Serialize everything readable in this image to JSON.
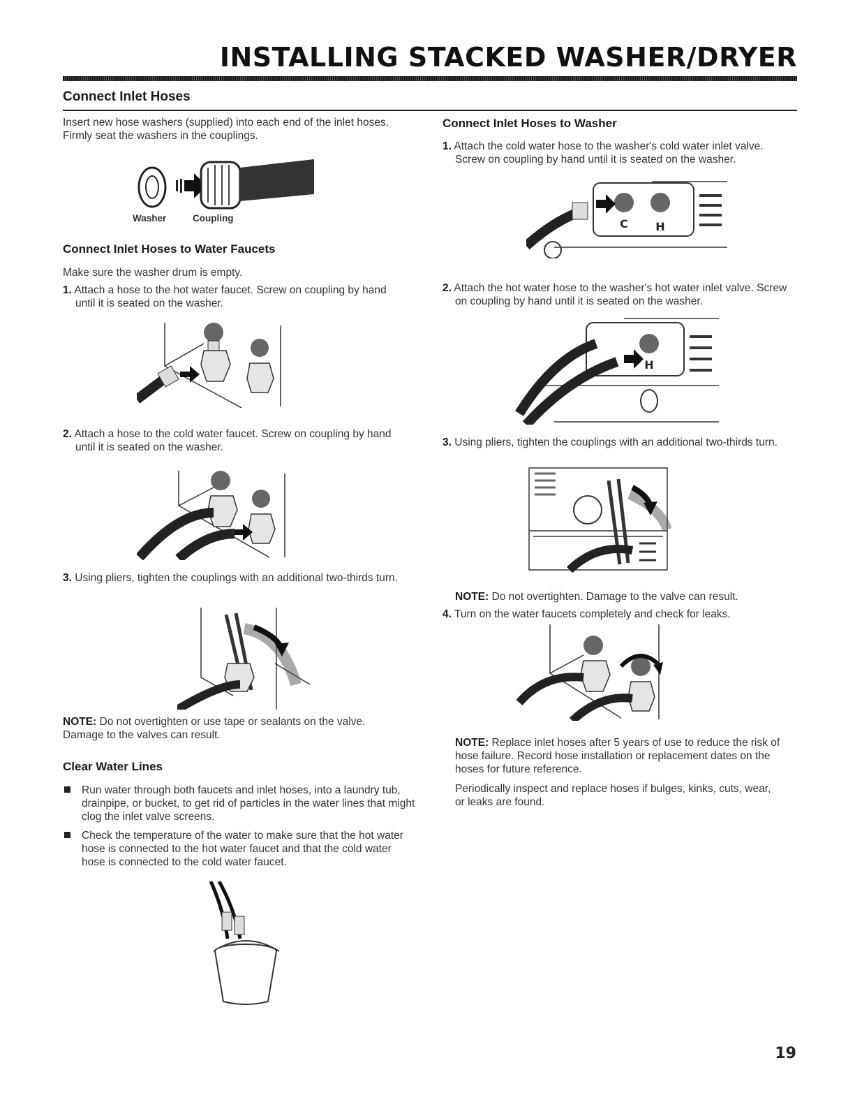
{
  "header": {
    "title": "INSTALLING STACKED WASHER/DRYER"
  },
  "left": {
    "section_title": "Connect Inlet Hoses",
    "intro": "Insert new hose washers (supplied) into each end of the inlet hoses. Firmly seat the washers in the couplings.",
    "captions": {
      "washer": "Washer",
      "coupling": "Coupling"
    },
    "faucets": {
      "title": "Connect Inlet Hoses to Water Faucets",
      "intro": "Make sure the washer drum is empty.",
      "steps": [
        {
          "num": "1.",
          "text": "Attach a hose to the hot water faucet. Screw on coupling by hand until it is seated on the washer."
        },
        {
          "num": "2.",
          "text": "Attach a hose to the cold water faucet. Screw on coupling by hand until it is seated on the washer."
        },
        {
          "num": "3.",
          "text": "Using pliers, tighten the couplings with an additional two-thirds turn."
        }
      ],
      "note_label": "NOTE:",
      "note_text": "Do not overtighten or use tape or sealants on the valve. Damage to the valves can result."
    },
    "clear": {
      "title": "Clear Water Lines",
      "bullets": [
        "Run water through both faucets and inlet hoses, into a laundry tub, drainpipe, or bucket, to get rid of particles in the water lines that might clog the inlet valve screens.",
        "Check the temperature of the water to make sure that the hot water hose is connected to the hot water faucet and that the cold water hose is connected to the cold water faucet."
      ]
    }
  },
  "right": {
    "title": "Connect Inlet Hoses to Washer",
    "steps": [
      {
        "num": "1.",
        "text": "Attach the cold water hose to the washer's cold water inlet valve. Screw on coupling by hand until it is seated on the washer."
      },
      {
        "num": "2.",
        "text": "Attach the hot water hose to the washer's hot water inlet valve. Screw on coupling by hand until it is seated on the washer."
      },
      {
        "num": "3.",
        "text": "Using pliers, tighten the couplings with an additional two-thirds turn."
      },
      {
        "num": "4.",
        "text": "Turn on the water faucets completely and check for leaks."
      }
    ],
    "note1_label": "NOTE:",
    "note1_text": "Do not overtighten. Damage to the valve can result.",
    "note2_label": "NOTE:",
    "note2_text": "Replace inlet hoses after 5 years of use to reduce the risk of hose failure. Record hose installation or replacement dates on the hoses for future reference.",
    "inspect_text": "Periodically inspect and replace hoses if bulges, kinks, cuts, wear, or leaks are found.",
    "valve_labels": {
      "cold": "C",
      "hot": "H"
    }
  },
  "footer": {
    "page_number": "19"
  }
}
